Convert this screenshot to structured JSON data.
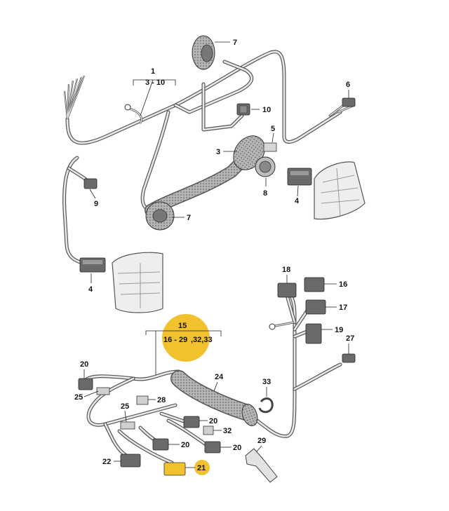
{
  "callouts": {
    "c1": "1",
    "c1_range": "3 - 10",
    "c3": "3",
    "c4a": "4",
    "c4b": "4",
    "c5": "5",
    "c6": "6",
    "c7a": "7",
    "c7b": "7",
    "c8": "8",
    "c9": "9",
    "c10": "10",
    "c15": "15",
    "c15_range": "16 - 29",
    "c15_extra": ",32,33",
    "c16": "16",
    "c17": "17",
    "c18": "18",
    "c19": "19",
    "c20a": "20",
    "c20b": "20",
    "c20c": "20",
    "c20d": "20",
    "c21": "21",
    "c22": "22",
    "c24": "24",
    "c25a": "25",
    "c25b": "25",
    "c27": "27",
    "c28": "28",
    "c29": "29",
    "c32": "32",
    "c33": "33"
  },
  "colors": {
    "highlight": "#f2c12e",
    "wire": "#555555",
    "part_light": "#eeeeee"
  }
}
